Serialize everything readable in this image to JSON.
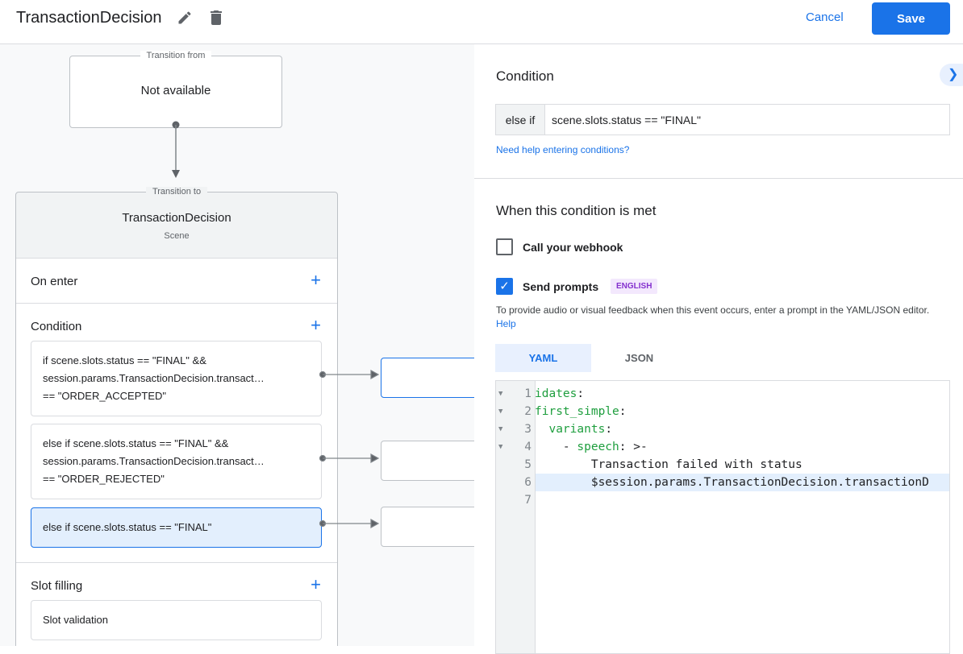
{
  "header": {
    "title": "TransactionDecision",
    "cancel": "Cancel",
    "save": "Save",
    "icons": [
      "pencil-icon",
      "trash-icon"
    ]
  },
  "canvas": {
    "from": {
      "legend": "Transition from",
      "value": "Not available"
    },
    "to": {
      "legend": "Transition to",
      "name": "TransactionDecision",
      "type": "Scene"
    },
    "on_enter": "On enter",
    "condition": "Condition",
    "conditions": [
      [
        "if scene.slots.status == \"FINAL\" &&",
        "session.params.TransactionDecision.transact…",
        "== \"ORDER_ACCEPTED\""
      ],
      [
        "else if scene.slots.status == \"FINAL\" &&",
        "session.params.TransactionDecision.transact…",
        "== \"ORDER_REJECTED\""
      ],
      [
        "else if scene.slots.status == \"FINAL\""
      ]
    ],
    "slot_filling": "Slot filling",
    "slot_validation": "Slot validation"
  },
  "panel": {
    "condition_title": "Condition",
    "prefix": "else if",
    "expression": "scene.slots.status == \"FINAL\"",
    "help_link": "Need help entering conditions?",
    "met_title": "When this condition is met",
    "webhook": {
      "label": "Call your webhook",
      "checked": false
    },
    "prompts": {
      "label": "Send prompts",
      "checked": true,
      "badge": "ENGLISH"
    },
    "info": "To provide audio or visual feedback when this event occurs, enter a prompt in the YAML/JSON editor.",
    "info_link": "Help",
    "tabs": [
      {
        "label": "YAML",
        "active": true
      },
      {
        "label": "JSON",
        "active": false
      }
    ],
    "code": [
      {
        "n": "1",
        "fold": true,
        "key": "idates",
        "rest": ":"
      },
      {
        "n": "2",
        "fold": true,
        "key": "first_simple",
        "rest": ":"
      },
      {
        "n": "3",
        "fold": true,
        "indent": "  ",
        "key": "variants",
        "rest": ":"
      },
      {
        "n": "4",
        "fold": true,
        "indent": "    - ",
        "key": "speech",
        "rest": ": >-"
      },
      {
        "n": "5",
        "fold": false,
        "indent": "        ",
        "key": "",
        "rest": "Transaction failed with status"
      },
      {
        "n": "6",
        "fold": false,
        "indent": "        ",
        "key": "",
        "rest": "$session.params.TransactionDecision.transactionD",
        "active": true
      },
      {
        "n": "7",
        "fold": false,
        "key": "",
        "rest": ""
      }
    ]
  }
}
